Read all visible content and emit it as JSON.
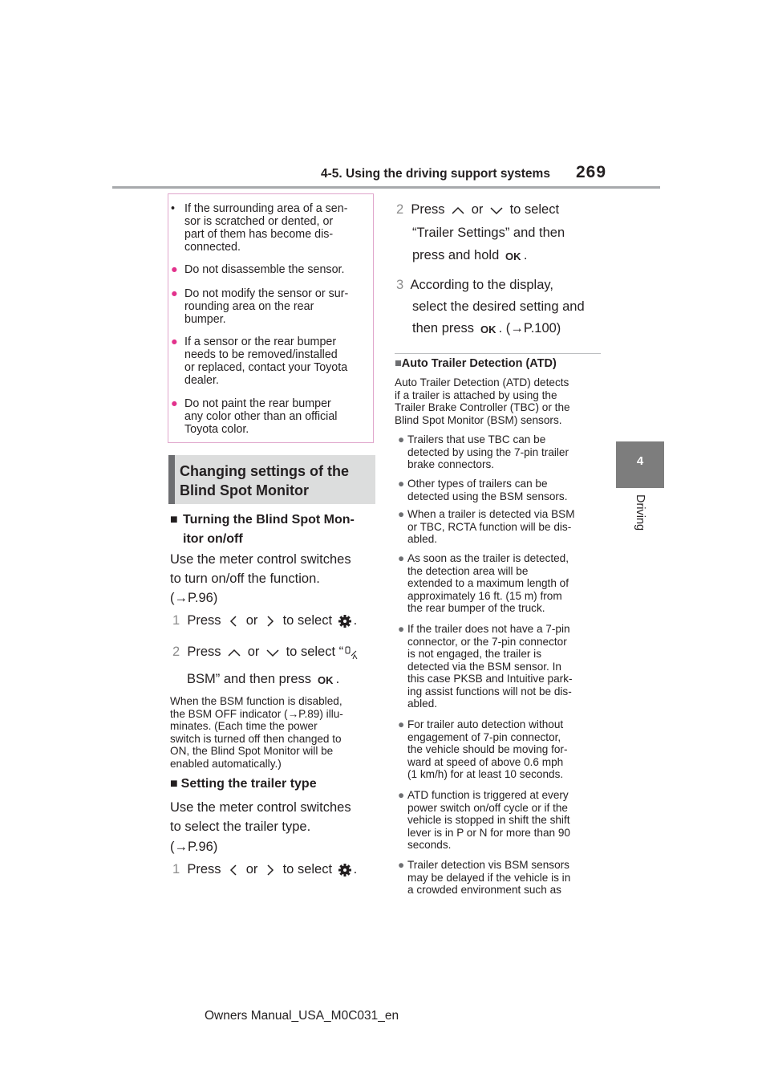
{
  "header": {
    "section_title": "4-5. Using the driving support systems",
    "page_number": "269"
  },
  "side_tab": {
    "chapter_number": "4",
    "chapter_label": "Driving"
  },
  "caution": {
    "items": [
      {
        "marker": "•",
        "text": "If the surrounding area of a sen-\nsor is scratched or dented, or\npart of them has become dis-\nconnected."
      },
      {
        "marker": "●",
        "text": "Do not disassemble the sensor."
      },
      {
        "marker": "●",
        "text": "Do not modify the sensor or sur-\nrounding area on the rear\nbumper."
      },
      {
        "marker": "●",
        "text": "If a sensor or the rear bumper\nneeds to be removed/installed\nor replaced, contact your Toyota\ndealer."
      },
      {
        "marker": "●",
        "text": "Do not paint the rear bumper\nany color other than an official\nToyota color."
      }
    ]
  },
  "section_heading": "Changing settings of the\nBlind Spot Monitor",
  "left": {
    "sub1_marker": "■",
    "sub1_title": "Turning the Blind Spot Mon-\nitor on/off",
    "sub1_body": "Use the meter control switches\nto turn on/off the function.",
    "sub1_ref": "P.96)",
    "step1_num": "1",
    "step1_a": "Press",
    "step1_or": "or",
    "step1_b": "to select",
    "step2_num": "2",
    "step2_a": "Press",
    "step2_or": "or",
    "step2_b": "to select “",
    "step2_c": "BSM” and then press",
    "note": "When the BSM function is disabled,\nthe BSM OFF indicator (",
    "note_ref": "P.89) illu-",
    "note_rest": "minates. (Each time the power\nswitch is turned off then changed to\nON, the Blind Spot Monitor will be\nenabled automatically.)",
    "sub2_marker": "■",
    "sub2_title": "Setting the trailer type",
    "sub2_body": "Use the meter control switches\nto select the trailer type.",
    "sub2_ref": "P.96)",
    "step3_num": "1",
    "step3_a": "Press",
    "step3_or": "or",
    "step3_b": "to select"
  },
  "right": {
    "step2_num": "2",
    "step2_a": "Press",
    "step2_or": "or",
    "step2_b": "to select",
    "step2_line2": "“Trailer Settings” and then",
    "step2_line3": "press and hold",
    "step3_num": "3",
    "step3_line1": "According to the display,",
    "step3_line2": "select the desired setting and",
    "step3_line3": "then press",
    "step3_ref": "P.100)",
    "atd_marker": "■",
    "atd_title": "Auto Trailer Detection (ATD)",
    "atd_intro": "Auto Trailer Detection (ATD) detects\nif a trailer is attached by using the\nTrailer Brake Controller (TBC) or the\nBlind Spot Monitor (BSM) sensors.",
    "items": [
      "Trailers that use TBC can be\ndetected by using the 7-pin trailer\nbrake connectors.",
      "Other types of trailers can be\ndetected using the BSM sensors.",
      "When a trailer is detected via BSM\nor TBC, RCTA function will be dis-\nabled.",
      "As soon as the trailer is detected,\nthe detection area will be\nextended to a maximum length of\napproximately 16 ft. (15 m) from\nthe rear bumper of the truck.",
      "If the trailer does not have a 7-pin\nconnector, or the 7-pin connector\nis not engaged, the trailer is\ndetected via the BSM sensor. In\nthis case PKSB and Intuitive park-\ning assist functions will not be dis-\nabled.",
      "For trailer auto detection without\nengagement of 7-pin connector,\nthe vehicle should be moving for-\nward at speed of above 0.6 mph\n(1 km/h) for at least 10 seconds.",
      "ATD function is triggered at every\npower switch on/off cycle or if the\nvehicle is stopped in shift the shift\nlever is in P or N for more than 90\nseconds.",
      "Trailer detection vis BSM sensors\nmay be delayed if the vehicle is in\na crowded environment such as"
    ]
  },
  "footer": "Owners Manual_USA_M0C031_en",
  "icons": {
    "left_arrow": "chevron-left-icon",
    "right_arrow": "chevron-right-icon",
    "up_arrow": "chevron-up-icon",
    "down_arrow": "chevron-down-icon",
    "settings": "gear-icon",
    "ok": "ok-button-icon",
    "bsm": "bsm-icon",
    "ref_arrow": "reference-arrow-icon"
  },
  "colors": {
    "caution_border": "#e0a7cc",
    "bullet_pink": "#e2328c",
    "tab_gray": "#7d7d7d"
  }
}
